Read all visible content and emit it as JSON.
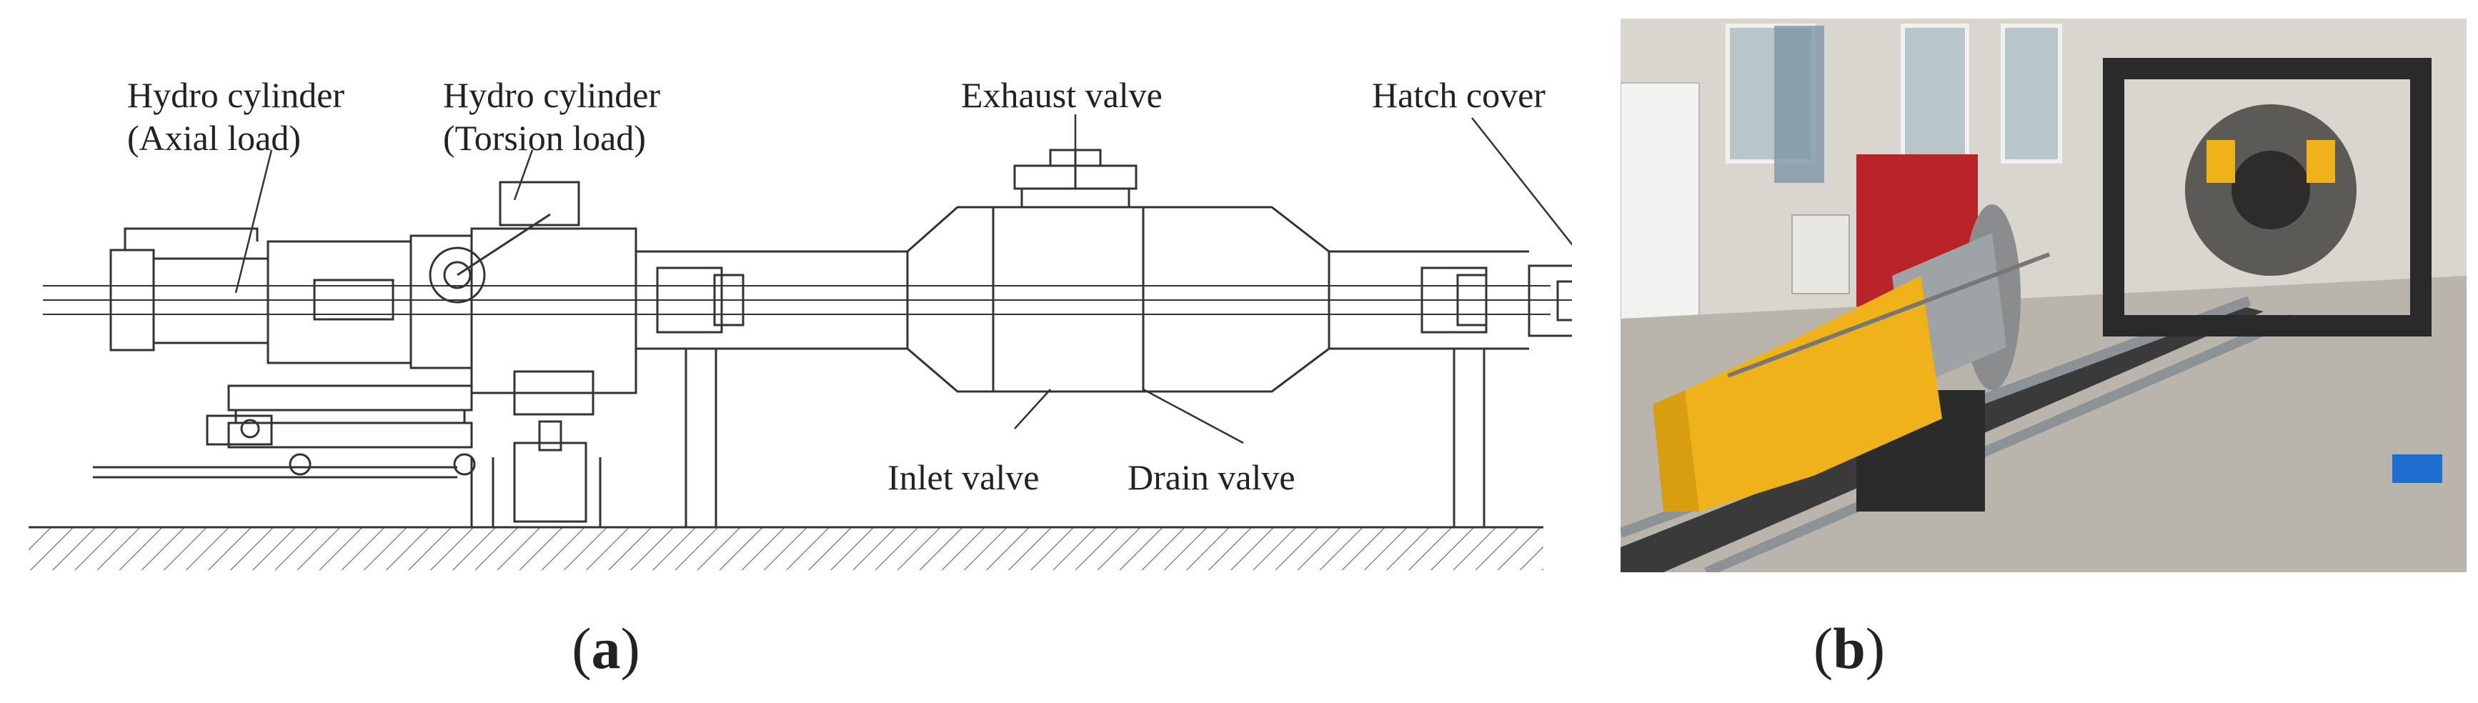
{
  "panel_a": {
    "labels": {
      "hydro_axial_line1": "Hydro cylinder",
      "hydro_axial_line2": "(Axial load)",
      "hydro_torsion_line1": "Hydro cylinder",
      "hydro_torsion_line2": "(Torsion load)",
      "exhaust_valve": "Exhaust valve",
      "hatch_cover": "Hatch cover",
      "inlet_valve": "Inlet valve",
      "drain_valve": "Drain valve"
    },
    "caption_letter": "a"
  },
  "panel_b": {
    "caption_letter": "b",
    "colors": {
      "yellow_cylinder": "#f0b21a",
      "floor": "#b9b5ad",
      "frame": "#2a2a2a",
      "rail": "#8d9296",
      "wall": "#d8d6cf",
      "red_cabinet": "#b8242a",
      "blue_box": "#1f6fd1"
    }
  }
}
